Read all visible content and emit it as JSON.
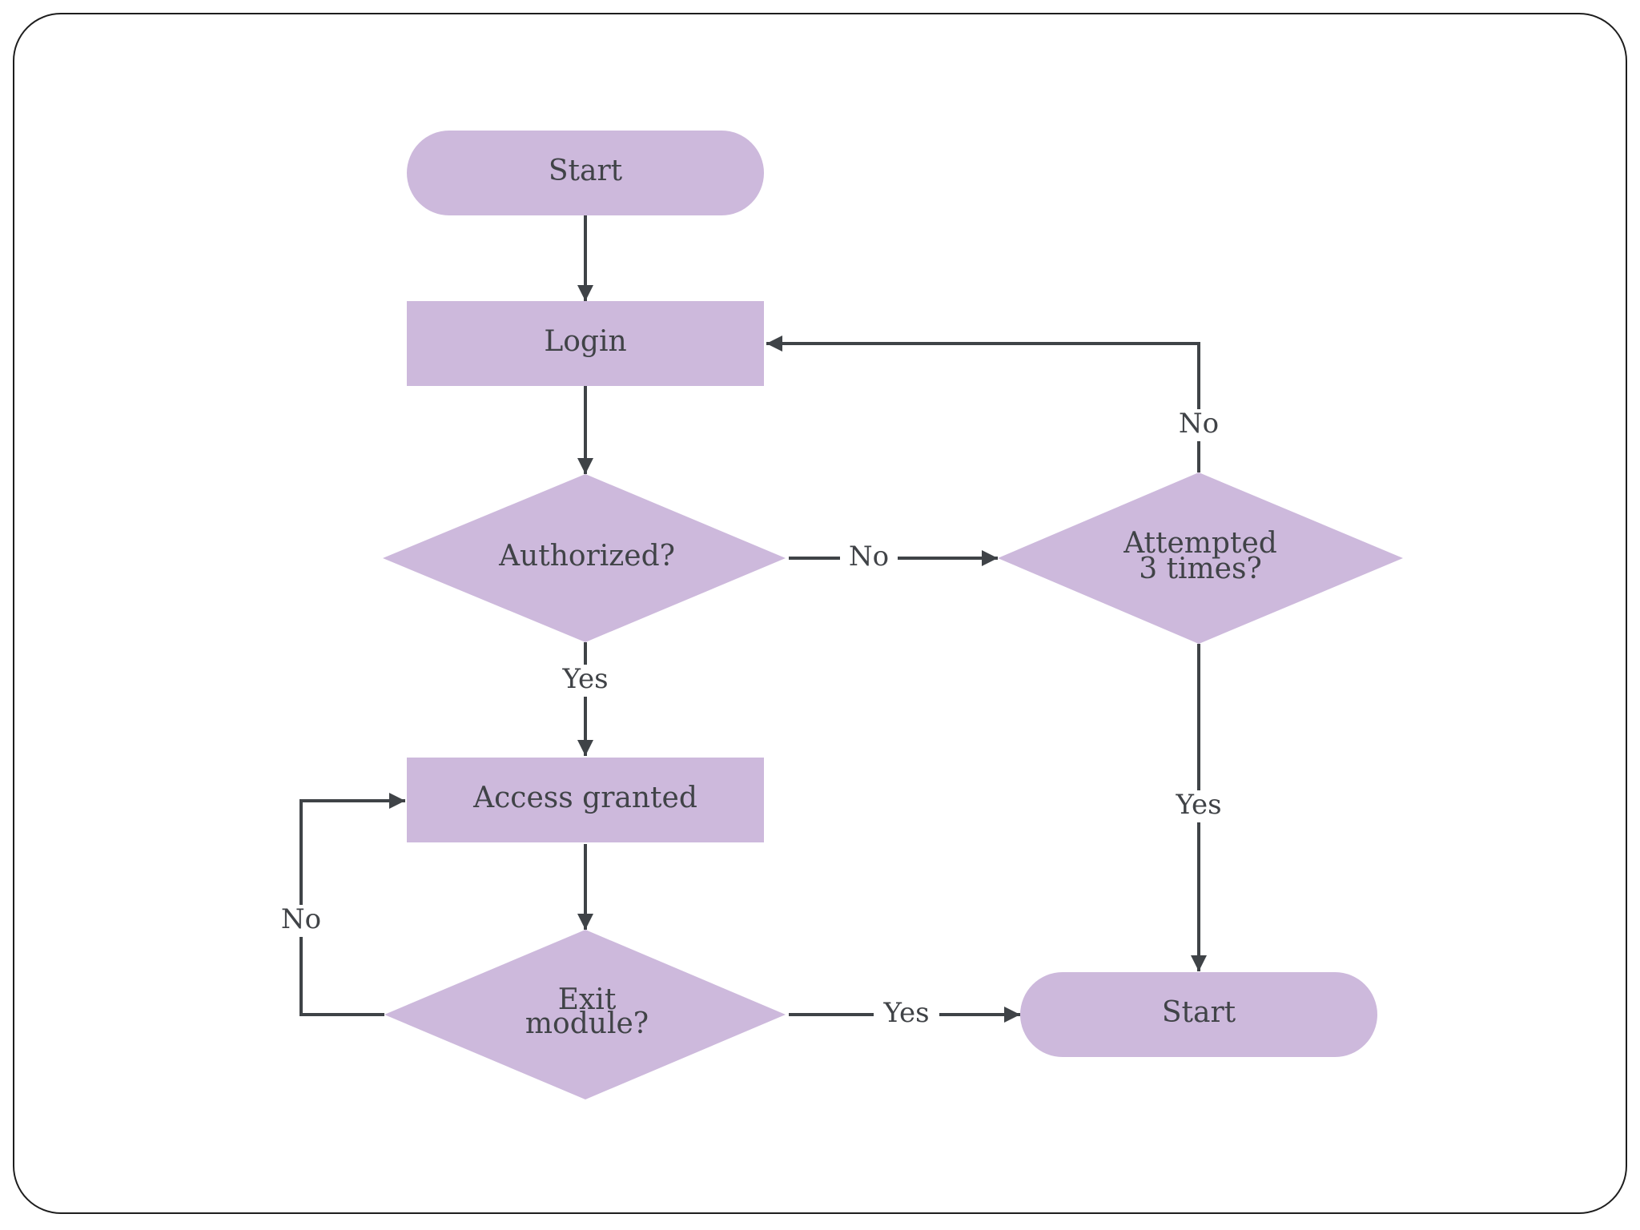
{
  "diagram": {
    "nodes": {
      "start_top": {
        "label": "Start"
      },
      "login": {
        "label": "Login"
      },
      "authorized": {
        "label": "Authorized?"
      },
      "attempted": {
        "line1": "Attempted",
        "line2": "3 times?"
      },
      "access_granted": {
        "label": "Access granted"
      },
      "exit_module": {
        "line1": "Exit",
        "line2": "module?"
      },
      "start_bottom": {
        "label": "Start"
      }
    },
    "edges": {
      "authorized_no": "No",
      "authorized_yes": "Yes",
      "attempted_no": "No",
      "attempted_yes": "Yes",
      "exit_no": "No",
      "exit_yes": "Yes"
    }
  }
}
